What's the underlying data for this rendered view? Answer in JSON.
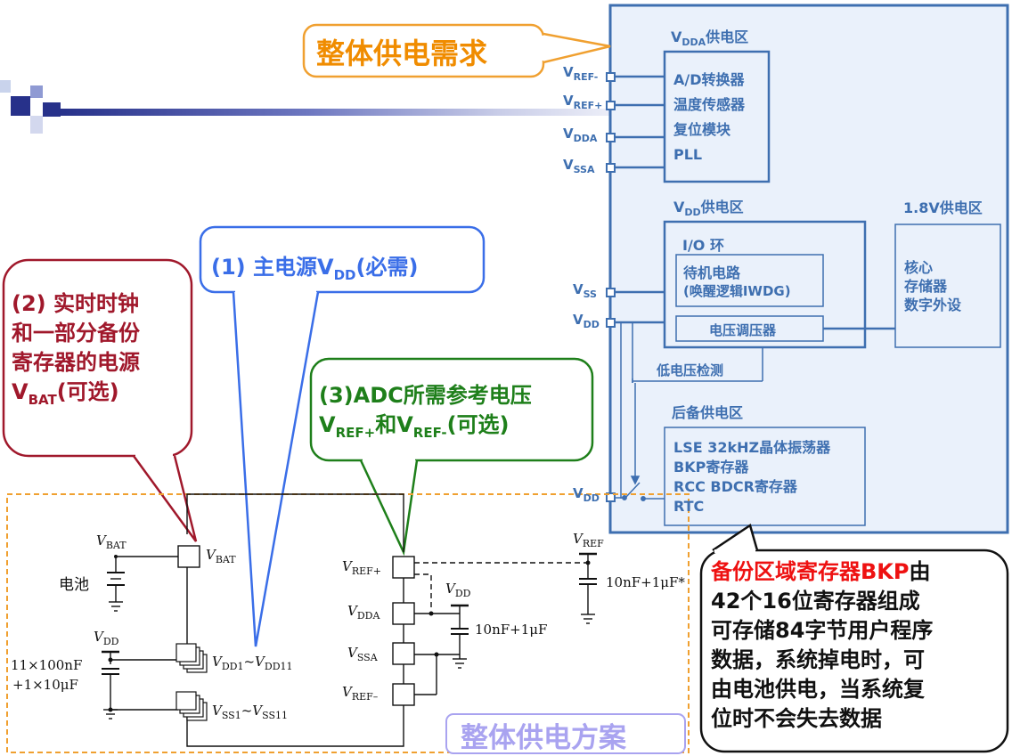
{
  "callouts": {
    "overall_demand": "整体供电需求",
    "main_power": {
      "text": "(1) 主电源V",
      "sub": "DD",
      "tail": "(必需)"
    },
    "rtc_power": {
      "line1": "(2) 实时时钟",
      "line2": "和一部分备份",
      "line3": "寄存器的电源",
      "line4_main": "V",
      "line4_sub": "BAT",
      "line4_tail": "(可选)"
    },
    "adc_ref": {
      "line1": "(3)ADC所需参考电压",
      "v1": "V",
      "v1_sub": "REF+",
      "mid": "和V",
      "v2_sub": "REF-",
      "tail": "(可选)"
    },
    "overall_scheme": "整体供电方案",
    "bkp_note": {
      "red_part": "备份区域寄存器BKP",
      "line1_tail": "由",
      "line2": "42个16位寄存器组成",
      "line3": "可存储84字节用户程序",
      "line4": "数据，系统掉电时，可",
      "line5": "由电池供电，当系统复",
      "line6": "位时不会失去数据"
    }
  },
  "block_diagram": {
    "vdda_zone": {
      "title_main": "V",
      "title_sub": "DDA",
      "title_tail": "供电区",
      "items": [
        "A/D转换器",
        "温度传感器",
        "复位模块",
        "PLL"
      ]
    },
    "vdd_zone": {
      "title_main": "V",
      "title_sub": "DD",
      "title_tail": "供电区",
      "io_ring": "I/O 环",
      "standby_line1": "待机电路",
      "standby_line2": "(唤醒逻辑IWDG)",
      "regulator": "电压调压器"
    },
    "core_zone": {
      "title": "1.8V供电区",
      "items": [
        "核心",
        "存储器",
        "数字外设"
      ]
    },
    "low_voltage_detect": "低电压检测",
    "backup_zone": {
      "title": "后备供电区",
      "items": [
        "LSE 32kHZ晶体振荡器",
        "BKP寄存器",
        "RCC BDCR寄存器",
        "RTC"
      ]
    },
    "pins": {
      "vref_minus": {
        "main": "V",
        "sub": "REF-"
      },
      "vref_plus": {
        "main": "V",
        "sub": "REF+"
      },
      "vdda": {
        "main": "V",
        "sub": "DDA"
      },
      "vssa": {
        "main": "V",
        "sub": "SSA"
      },
      "vss": {
        "main": "V",
        "sub": "SS"
      },
      "vdd": {
        "main": "V",
        "sub": "DD"
      },
      "vdd_backup": {
        "main": "V",
        "sub": "DD"
      }
    }
  },
  "schematic": {
    "vbat_top": {
      "main": "V",
      "sub": "BAT"
    },
    "vbat_pin": {
      "main": "V",
      "sub": "BAT"
    },
    "battery": "电池",
    "vdd_left": {
      "main": "V",
      "sub": "DD"
    },
    "decoupling_left_1": "11×100nF",
    "decoupling_left_2": "+1×10μF",
    "vdd_pins": {
      "a": "V",
      "a_sub": "DD1",
      "b": "~V",
      "b_sub": "DD11"
    },
    "vss_pins": {
      "a": "V",
      "a_sub": "SS1",
      "b": "~V",
      "b_sub": "SS11"
    },
    "vref_plus": {
      "main": "V",
      "sub": "REF+"
    },
    "vdda": {
      "main": "V",
      "sub": "DDA"
    },
    "vssa": {
      "main": "V",
      "sub": "SSA"
    },
    "vref_minus": {
      "main": "V",
      "sub": "REF–"
    },
    "vdd_right": {
      "main": "V",
      "sub": "DD"
    },
    "cap_mid": "10nF+1μF",
    "vref_top": {
      "main": "V",
      "sub": "REF"
    },
    "cap_right": "10nF+1μF*"
  }
}
